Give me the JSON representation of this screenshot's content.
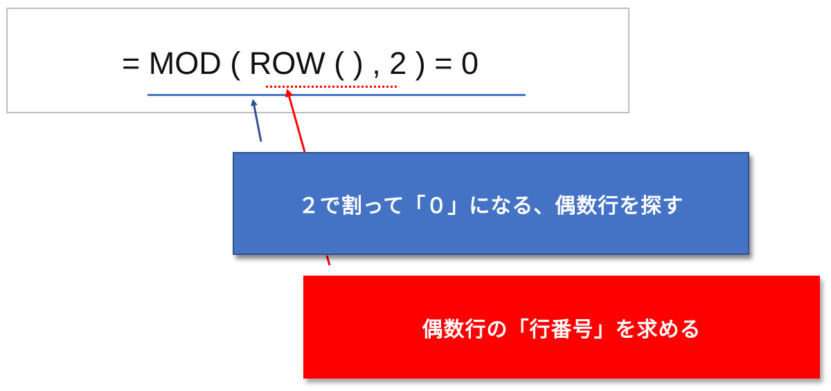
{
  "formula": {
    "text": "= MOD ( ROW ( ) , 2 ) = 0"
  },
  "callouts": {
    "blue_text": "２で割って「０」になる、偶数行を探す",
    "red_text": "偶数行の「行番号」を求める"
  },
  "colors": {
    "blue": "#4472c4",
    "blue_border": "#2f528f",
    "red": "#ff0000",
    "box_border": "#bdbdbd"
  }
}
